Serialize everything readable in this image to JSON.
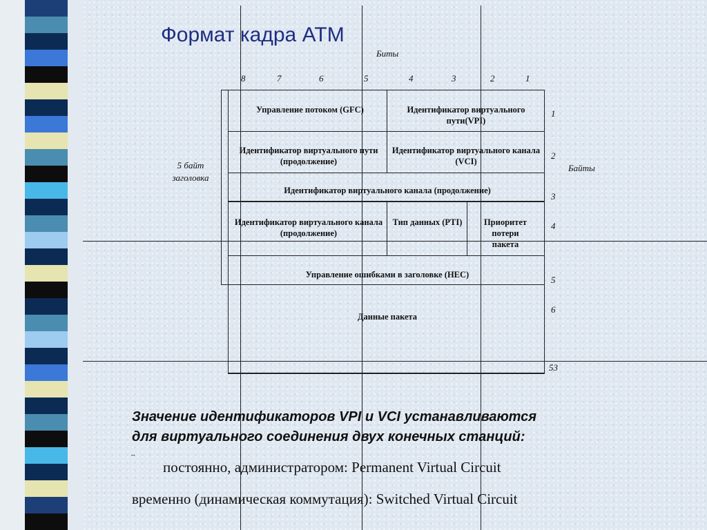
{
  "slide": {
    "title": "Формат кадра ATM",
    "bits_label": "Биты",
    "bit_numbers": [
      "8",
      "7",
      "6",
      "5",
      "4",
      "3",
      "2",
      "1"
    ],
    "bytes_label": "Байты",
    "header_label": [
      "5 байт",
      "заголовка"
    ],
    "byte_numbers": [
      "1",
      "2",
      "3",
      "4",
      "5",
      "6",
      "53"
    ],
    "fields": {
      "gfc": "Управление потоком (GFC)",
      "vpi": "Идентификатор виртуального пути(VPI)",
      "vpi_cont": "Идентификатор виртуального пути (продолжение)",
      "vci": "Идентификатор виртуального канала (VCI)",
      "vci_cont_full": "Идентификатор виртуального канала (продолжение)",
      "vci_cont": "Идентификатор виртуального канала (продолжение)",
      "pti": "Тип данных (PTI)",
      "clp": "Приоритет потери пакета",
      "hec": "Управление ошибками в заголовке (HEC)",
      "payload": "Данные пакета"
    },
    "note": {
      "line1": "Значение идентификаторов VPI и VCI устанавливаются",
      "line2": "для виртуального соединения двух конечных станций:",
      "bullet": "¨",
      "item1": "постоянно, администратором: Permanent Virtual Circuit",
      "item2": "временно (динамическая коммутация): Switched Virtual Circuit"
    },
    "colors": {
      "stripes": [
        "#1d3f77",
        "#4a8db0",
        "#0b2b55",
        "#3b78d8",
        "#0d0d0d",
        "#e6e4b0",
        "#0b2b55",
        "#3b78d8",
        "#e6e4b0",
        "#4a8db0",
        "#0d0d0d",
        "#48b8e8",
        "#0b2b55",
        "#4a8db0",
        "#9ecbf0",
        "#0b2b55",
        "#e6e4b0",
        "#0d0d0d",
        "#0b2b55",
        "#4a8db0",
        "#9ecbf0",
        "#0b2b55",
        "#3b78d8",
        "#e6e4b0",
        "#0b2b55",
        "#4a8db0",
        "#0d0d0d",
        "#48b8e8",
        "#0b2b55",
        "#e6e4b0",
        "#1d3f77",
        "#0d0d0d"
      ],
      "title": "#1f2d80"
    }
  }
}
